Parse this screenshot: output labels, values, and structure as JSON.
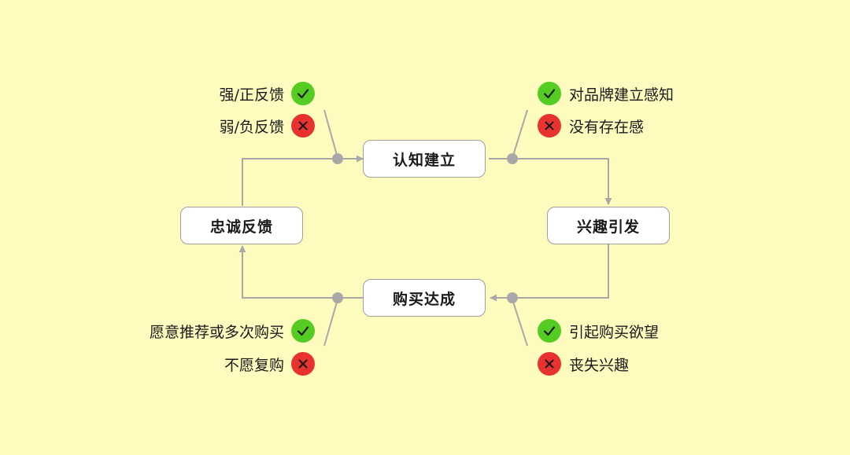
{
  "stages": {
    "awareness": "认知建立",
    "interest": "兴趣引发",
    "purchase": "购买达成",
    "loyalty": "忠诚反馈"
  },
  "awareness_feedback": {
    "positive": "对品牌建立感知",
    "negative": "没有存在感"
  },
  "interest_feedback": {
    "positive": "引起购买欲望",
    "negative": "丧失兴趣"
  },
  "purchase_feedback": {
    "positive": "愿意推荐或多次购买",
    "negative": "不愿复购"
  },
  "loyalty_feedback": {
    "positive": "强/正反馈",
    "negative": "弱/负反馈"
  },
  "colors": {
    "background": "#fdfbbe",
    "connector": "#a8a8a8",
    "positive": "#55cc22",
    "negative": "#e8322f",
    "box_border": "#9e9e9e"
  },
  "icons": {
    "positive": "check-icon",
    "negative": "cross-icon"
  }
}
